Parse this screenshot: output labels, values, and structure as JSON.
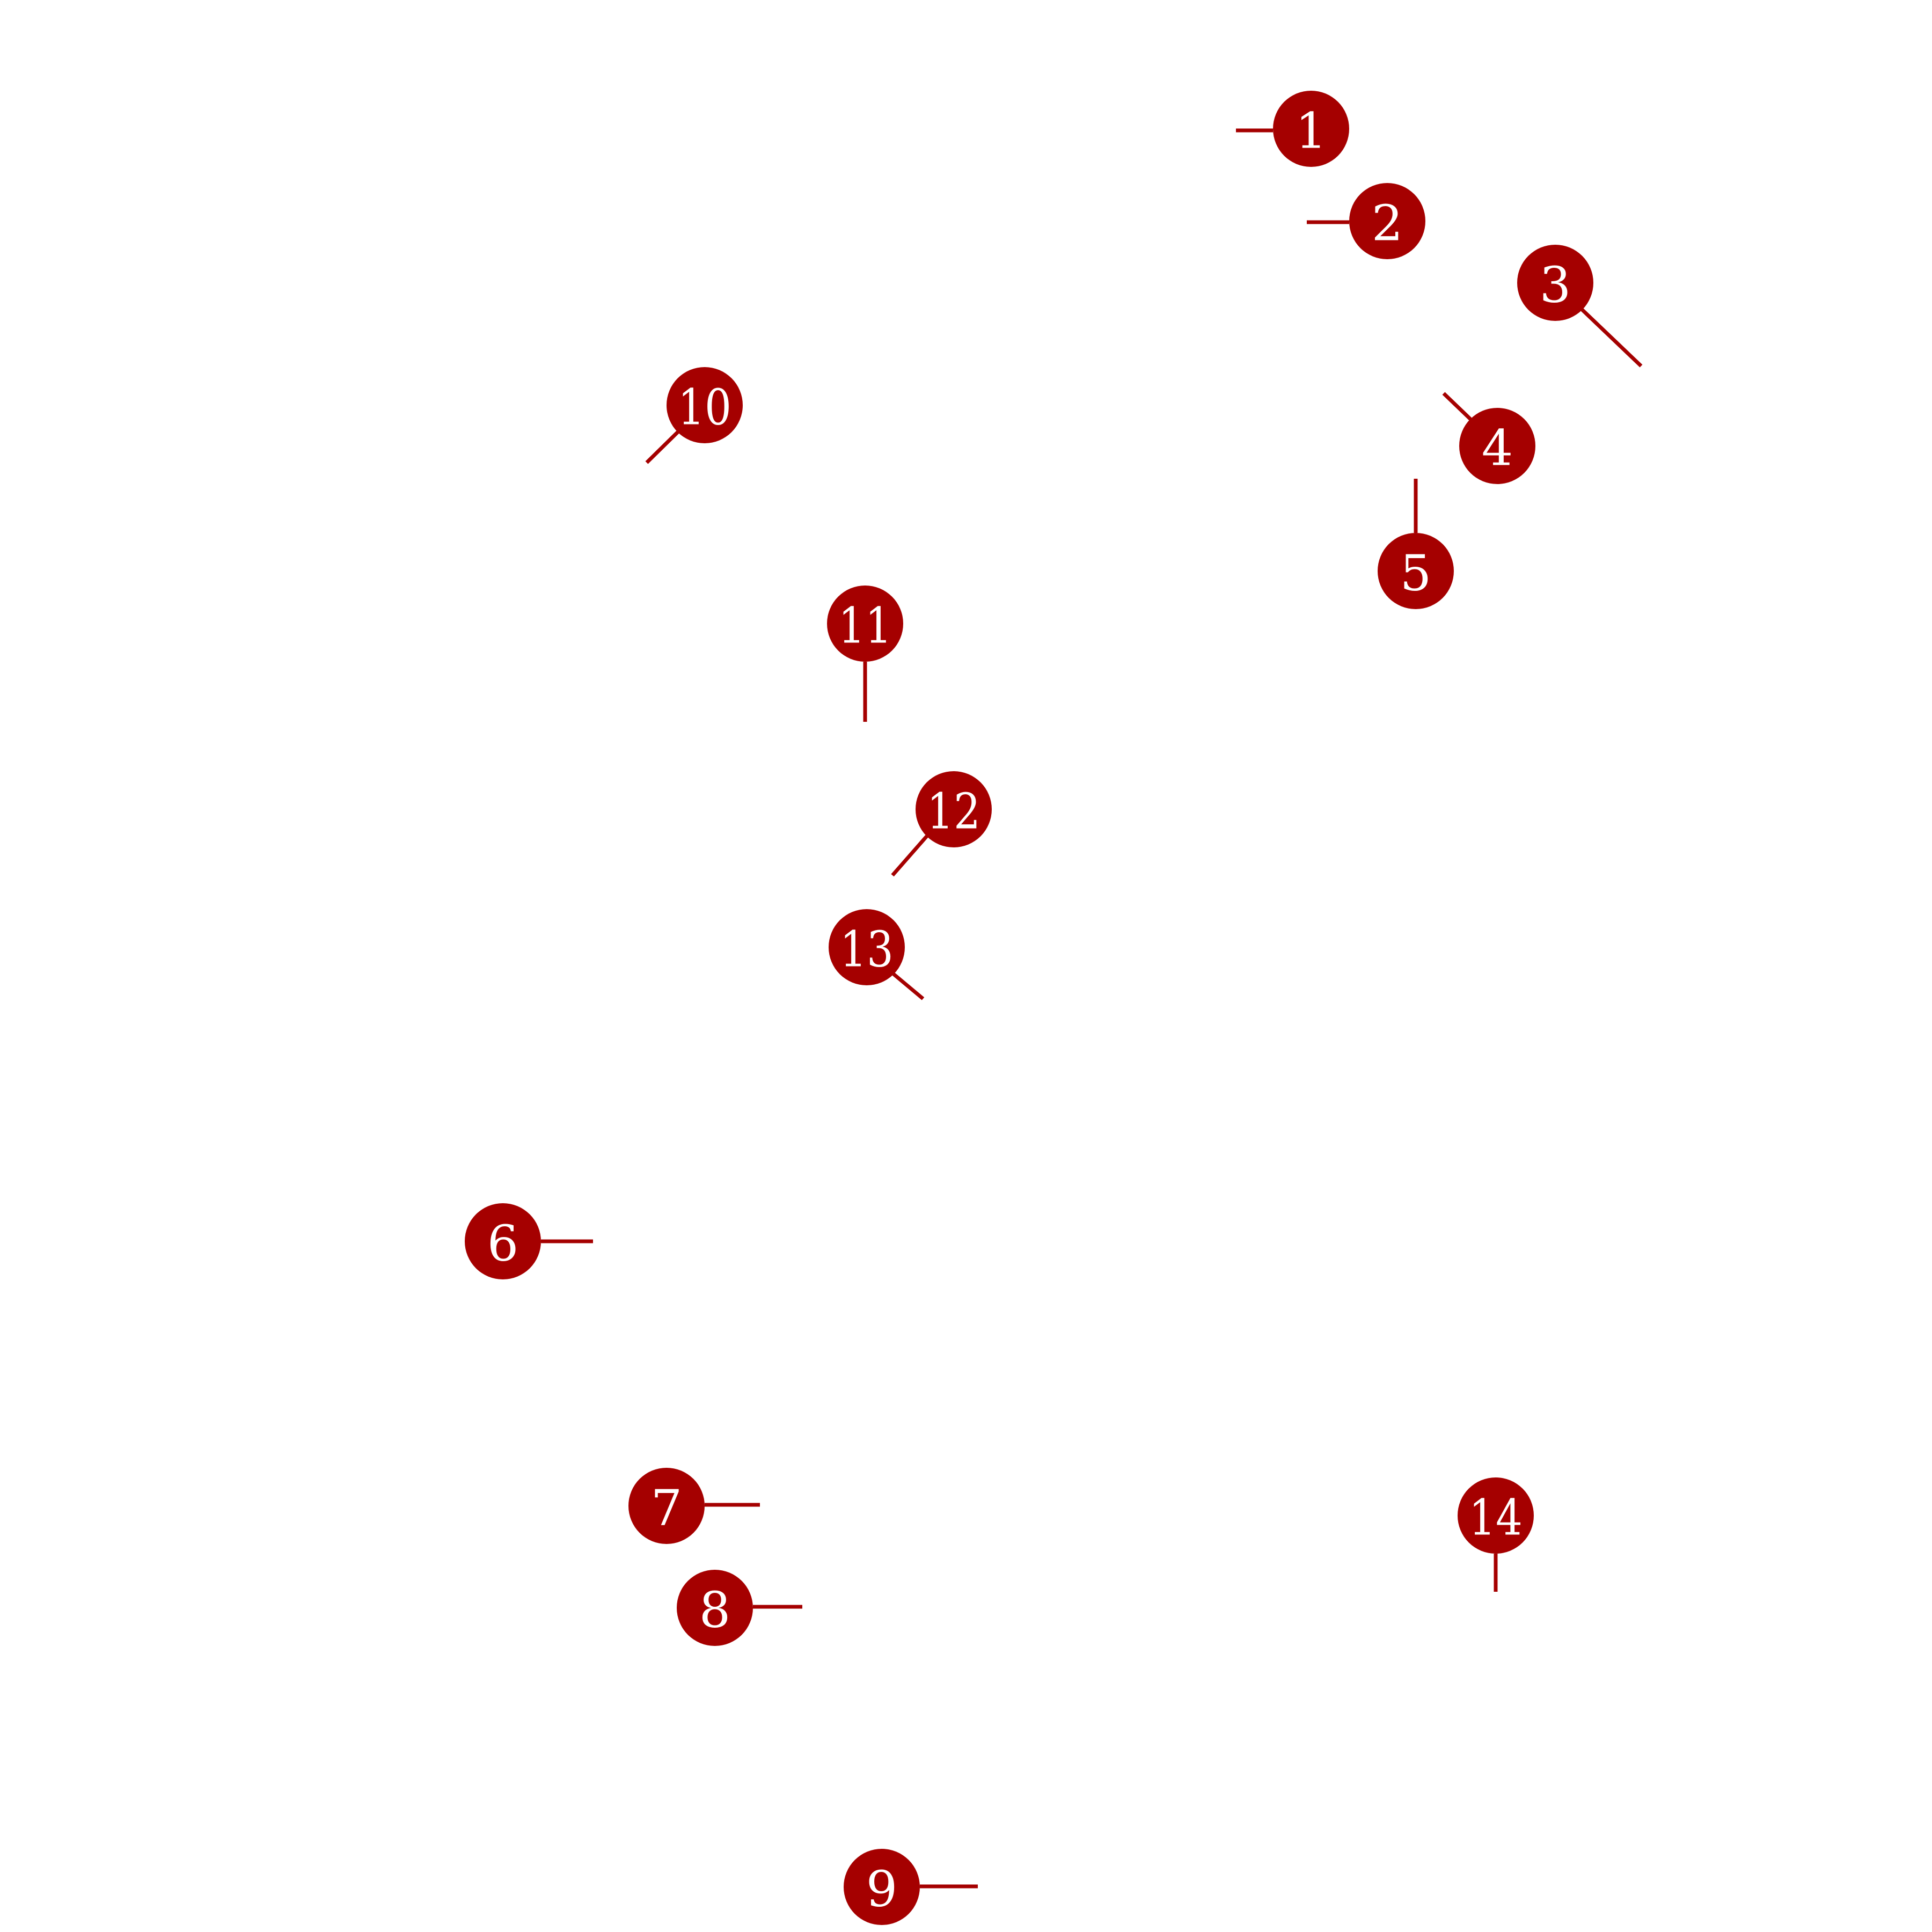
{
  "colors": {
    "marker": "#a50000",
    "label": "#ffffff",
    "background": "#ffffff"
  },
  "markers": [
    {
      "label": "1"
    },
    {
      "label": "2"
    },
    {
      "label": "3"
    },
    {
      "label": "4"
    },
    {
      "label": "5"
    },
    {
      "label": "6"
    },
    {
      "label": "7"
    },
    {
      "label": "8"
    },
    {
      "label": "9"
    },
    {
      "label": "10"
    },
    {
      "label": "11"
    },
    {
      "label": "12"
    },
    {
      "label": "13"
    },
    {
      "label": "14"
    }
  ]
}
